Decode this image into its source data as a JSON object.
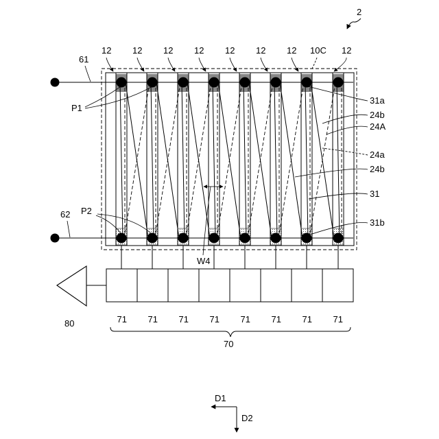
{
  "figure": {
    "ref_number": "2",
    "strip_labels": [
      "12",
      "12",
      "12",
      "12",
      "12",
      "12",
      "12",
      "12"
    ],
    "region_label": "10C",
    "top_line_label": "61",
    "bottom_line_label": "62",
    "point_label_top": "P1",
    "point_label_bottom": "P2",
    "width_label": "W4",
    "right_labels": [
      "31a",
      "24b",
      "24A",
      "24a",
      "24b",
      "31",
      "31b"
    ],
    "block_labels": [
      "71",
      "71",
      "71",
      "71",
      "71",
      "71",
      "71",
      "71"
    ],
    "group_label": "70",
    "triangle_label": "80",
    "dir_label_1": "D1",
    "dir_label_2": "D2"
  }
}
